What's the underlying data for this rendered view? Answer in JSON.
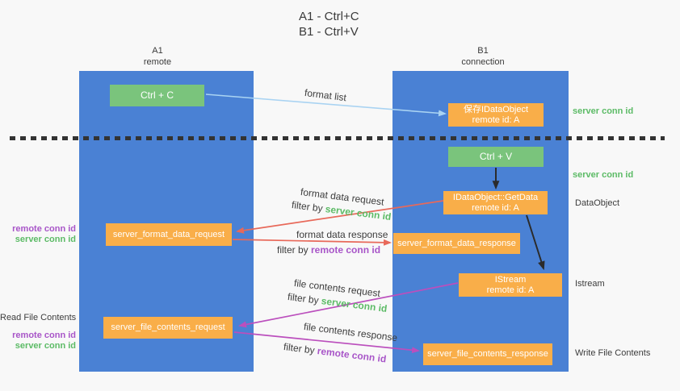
{
  "title": {
    "line1": "A1 - Ctrl+C",
    "line2": "B1 - Ctrl+V"
  },
  "lanes": {
    "left": {
      "name": "A1",
      "role": "remote"
    },
    "right": {
      "name": "B1",
      "role": "connection"
    }
  },
  "nodes": {
    "ctrl_c": {
      "label": "Ctrl + C"
    },
    "ctrl_v": {
      "label": "Ctrl + V"
    },
    "save_dataobject": {
      "line1": "保存IDataObject",
      "line2": "remote id: A"
    },
    "getdata": {
      "line1": "IDataObject::GetData",
      "line2": "remote id: A"
    },
    "istream": {
      "line1": "IStream",
      "line2": "remote id: A"
    },
    "server_format_data_request": {
      "label": "server_format_data_request"
    },
    "server_format_data_response": {
      "label": "server_format_data_response"
    },
    "server_file_contents_request": {
      "label": "server_file_contents_request"
    },
    "server_file_contents_response": {
      "label": "server_file_contents_response"
    }
  },
  "edge_labels": {
    "format_list": "format list",
    "format_data_request": "format data request",
    "format_data_response": "format data response",
    "file_contents_request": "file contents request",
    "file_contents_response": "file contents response",
    "filter_by": "filter by ",
    "server_conn_id": "server conn id",
    "remote_conn_id": "remote conn id"
  },
  "side_labels": {
    "right_server_conn_id_top": "server conn id",
    "right_server_conn_id_mid": "server conn id",
    "dataobject": "DataObject",
    "istream": "Istream",
    "write_file_contents": "Write File Contents",
    "left_remote_conn_id_1": "remote conn id",
    "left_server_conn_id_1": "server conn id",
    "read_file_contents": "Read File Contents",
    "left_remote_conn_id_2": "remote conn id",
    "left_server_conn_id_2": "server conn id"
  },
  "colors": {
    "background": "#f8f8f8",
    "lane_blue": "#4a81d4",
    "box_green": "#7ac47c",
    "box_orange": "#f9ae49",
    "arrow_light_blue": "#a9d3f2",
    "arrow_red": "#e8695a",
    "arrow_magenta": "#bb4fbd",
    "arrow_black": "#2b2b2b",
    "text_green": "#5cbb66",
    "text_purple": "#a855c8",
    "text_dark": "#3c3c3c"
  }
}
